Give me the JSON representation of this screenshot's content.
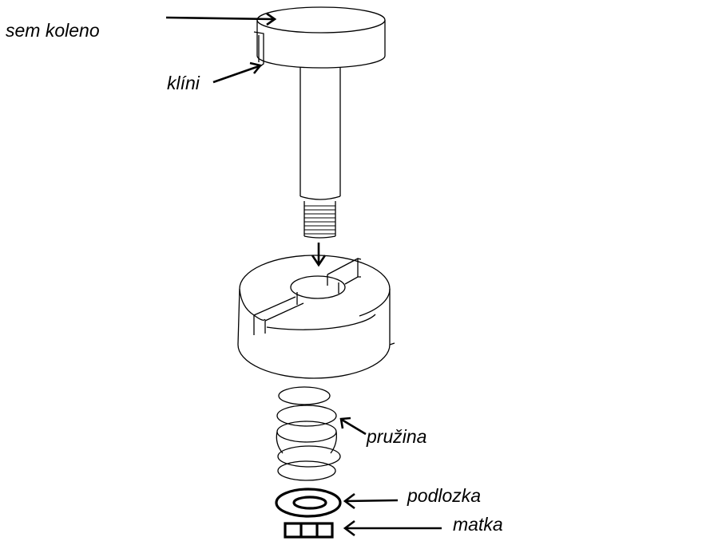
{
  "labels": {
    "sem_koleno": "sem koleno",
    "klini": "klíni",
    "pruzina": "pružina",
    "podlozka": "podlozka",
    "matka": "matka"
  },
  "colors": {
    "ink": "#000000",
    "paper": "#ffffff"
  }
}
